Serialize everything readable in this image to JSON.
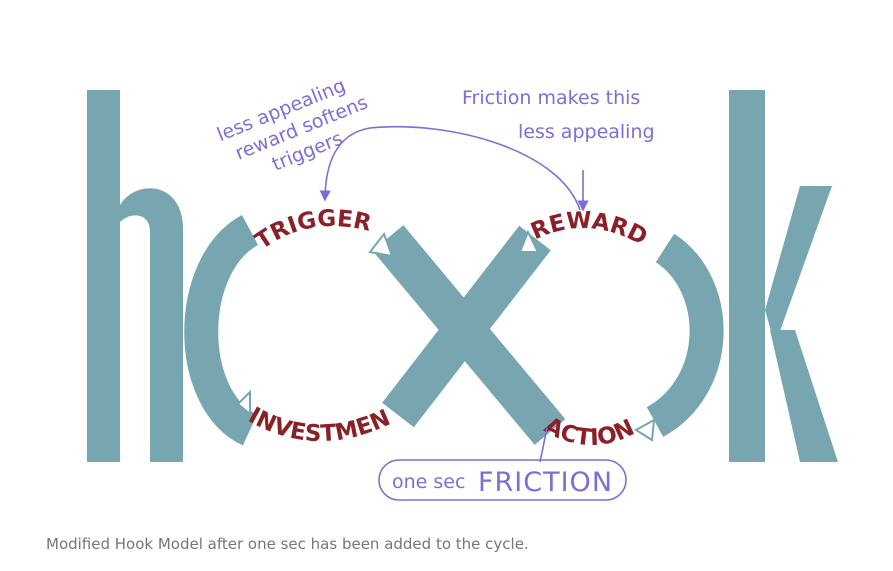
{
  "colors": {
    "teal": "#78a6b0",
    "dark_red": "#8b2027",
    "pen": "#7b6fd6",
    "caption": "#767676"
  },
  "stages": {
    "trigger": "TRIGGER",
    "reward": "REWARD",
    "investment": "INVESTMENT",
    "action": "ACTION"
  },
  "notes": {
    "left_line1": "less appealing",
    "left_line2": "reward softens",
    "left_line3": "triggers",
    "right_line1": "Friction makes this",
    "right_line2": "less appealing"
  },
  "friction": {
    "small": "one sec",
    "big": "FRICTION"
  },
  "caption": "Modified Hook Model after one sec has been added to the cycle."
}
